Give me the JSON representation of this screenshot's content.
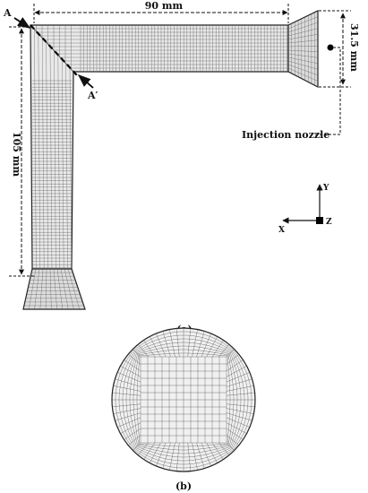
{
  "figure": {
    "dimensions": {
      "horizontal": "90 mm",
      "vertical": "105 mm",
      "outlet": "31.5 mm"
    },
    "section_labels": {
      "start": "A",
      "end": "A′"
    },
    "nozzle_label": "Injection nozzle",
    "axes": {
      "y": "Y",
      "x": "X",
      "z": "Z"
    },
    "panel_a_caption": "(a)",
    "panel_b_caption": "(b)"
  }
}
